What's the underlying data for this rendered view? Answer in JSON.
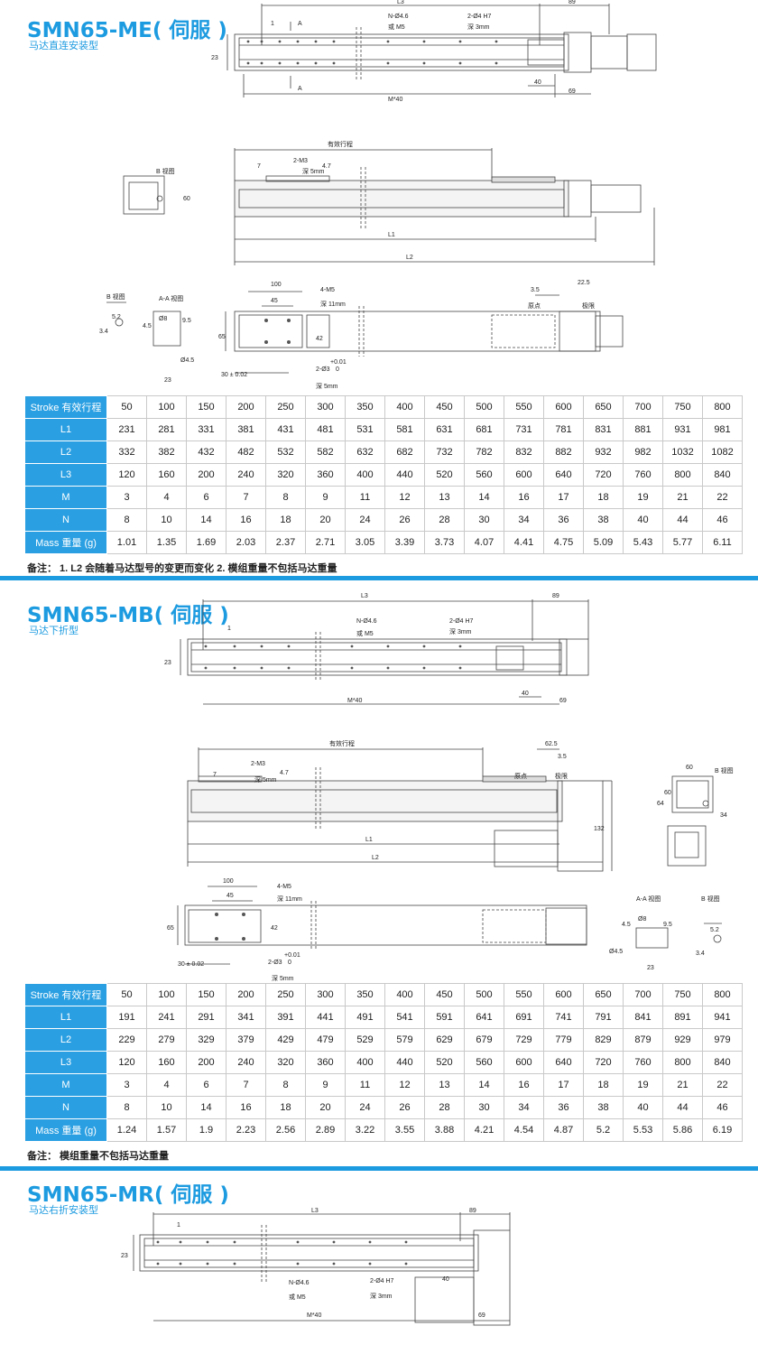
{
  "sections": [
    {
      "title": "SMN65-ME( 伺服 )",
      "subtitle": "马达直连安装型",
      "note": "备注： 1. L2 会随着马达型号的变更而变化   2. 模组重量不包括马达重量",
      "rows": [
        {
          "label": "Stroke 有效行程",
          "values": [
            "50",
            "100",
            "150",
            "200",
            "250",
            "300",
            "350",
            "400",
            "450",
            "500",
            "550",
            "600",
            "650",
            "700",
            "750",
            "800"
          ]
        },
        {
          "label": "L1",
          "values": [
            "231",
            "281",
            "331",
            "381",
            "431",
            "481",
            "531",
            "581",
            "631",
            "681",
            "731",
            "781",
            "831",
            "881",
            "931",
            "981"
          ]
        },
        {
          "label": "L2",
          "values": [
            "332",
            "382",
            "432",
            "482",
            "532",
            "582",
            "632",
            "682",
            "732",
            "782",
            "832",
            "882",
            "932",
            "982",
            "1032",
            "1082"
          ]
        },
        {
          "label": "L3",
          "values": [
            "120",
            "160",
            "200",
            "240",
            "320",
            "360",
            "400",
            "440",
            "520",
            "560",
            "600",
            "640",
            "720",
            "760",
            "800",
            "840"
          ]
        },
        {
          "label": "M",
          "values": [
            "3",
            "4",
            "6",
            "7",
            "8",
            "9",
            "11",
            "12",
            "13",
            "14",
            "16",
            "17",
            "18",
            "19",
            "21",
            "22"
          ]
        },
        {
          "label": "N",
          "values": [
            "8",
            "10",
            "14",
            "16",
            "18",
            "20",
            "24",
            "26",
            "28",
            "30",
            "34",
            "36",
            "38",
            "40",
            "44",
            "46"
          ]
        },
        {
          "label": "Mass 重量 (g)",
          "values": [
            "1.01",
            "1.35",
            "1.69",
            "2.03",
            "2.37",
            "2.71",
            "3.05",
            "3.39",
            "3.73",
            "4.07",
            "4.41",
            "4.75",
            "5.09",
            "5.43",
            "5.77",
            "6.11"
          ]
        }
      ]
    },
    {
      "title": "SMN65-MB( 伺服 )",
      "subtitle": "马达下折型",
      "note": "备注： 模组重量不包括马达重量",
      "rows": [
        {
          "label": "Stroke 有效行程",
          "values": [
            "50",
            "100",
            "150",
            "200",
            "250",
            "300",
            "350",
            "400",
            "450",
            "500",
            "550",
            "600",
            "650",
            "700",
            "750",
            "800"
          ]
        },
        {
          "label": "L1",
          "values": [
            "191",
            "241",
            "291",
            "341",
            "391",
            "441",
            "491",
            "541",
            "591",
            "641",
            "691",
            "741",
            "791",
            "841",
            "891",
            "941"
          ]
        },
        {
          "label": "L2",
          "values": [
            "229",
            "279",
            "329",
            "379",
            "429",
            "479",
            "529",
            "579",
            "629",
            "679",
            "729",
            "779",
            "829",
            "879",
            "929",
            "979"
          ]
        },
        {
          "label": "L3",
          "values": [
            "120",
            "160",
            "200",
            "240",
            "320",
            "360",
            "400",
            "440",
            "520",
            "560",
            "600",
            "640",
            "720",
            "760",
            "800",
            "840"
          ]
        },
        {
          "label": "M",
          "values": [
            "3",
            "4",
            "6",
            "7",
            "8",
            "9",
            "11",
            "12",
            "13",
            "14",
            "16",
            "17",
            "18",
            "19",
            "21",
            "22"
          ]
        },
        {
          "label": "N",
          "values": [
            "8",
            "10",
            "14",
            "16",
            "18",
            "20",
            "24",
            "26",
            "28",
            "30",
            "34",
            "36",
            "38",
            "40",
            "44",
            "46"
          ]
        },
        {
          "label": "Mass 重量 (g)",
          "values": [
            "1.24",
            "1.57",
            "1.9",
            "2.23",
            "2.56",
            "2.89",
            "3.22",
            "3.55",
            "3.88",
            "4.21",
            "4.54",
            "4.87",
            "5.2",
            "5.53",
            "5.86",
            "6.19"
          ]
        }
      ]
    },
    {
      "title": "SMN65-MR( 伺服 )",
      "subtitle": "马达右折安装型"
    }
  ],
  "drawing_labels": {
    "L1": "L1",
    "L2": "L2",
    "L3": "L3",
    "M40": "M*40",
    "d89": "89",
    "d69": "69",
    "d40": "40",
    "d23": "23",
    "d1": "1",
    "A": "A",
    "holeN": "N-Ø4.6",
    "orM5": "或 M5",
    "pin": "2-Ø4  H7",
    "depth3": "深 3mm",
    "stroke": "有效行程",
    "m3": "2-M3",
    "depth5": "深 5mm",
    "d7": "7",
    "d47": "4.7",
    "bview": "B 视图",
    "aaview": "A-A 视图",
    "d60": "60",
    "d64": "64",
    "d34": "34",
    "d132": "132",
    "d100": "100",
    "d45": "45",
    "m5": "4-M5",
    "depth11": "深 11mm",
    "d42": "42",
    "d65": "65",
    "pin3": "2-Ø3",
    "tol": "+0.01",
    "tol0": "0",
    "d30": "30 ± 0.02",
    "d35": "3.5",
    "d225": "22.5",
    "d625": "62.5",
    "origin": "原点",
    "limit": "极限",
    "d52": "5.2",
    "d34b": "3.4",
    "d45b": "4.5",
    "d8": "Ø8",
    "d95": "9.5",
    "d45c": "Ø4.5"
  }
}
